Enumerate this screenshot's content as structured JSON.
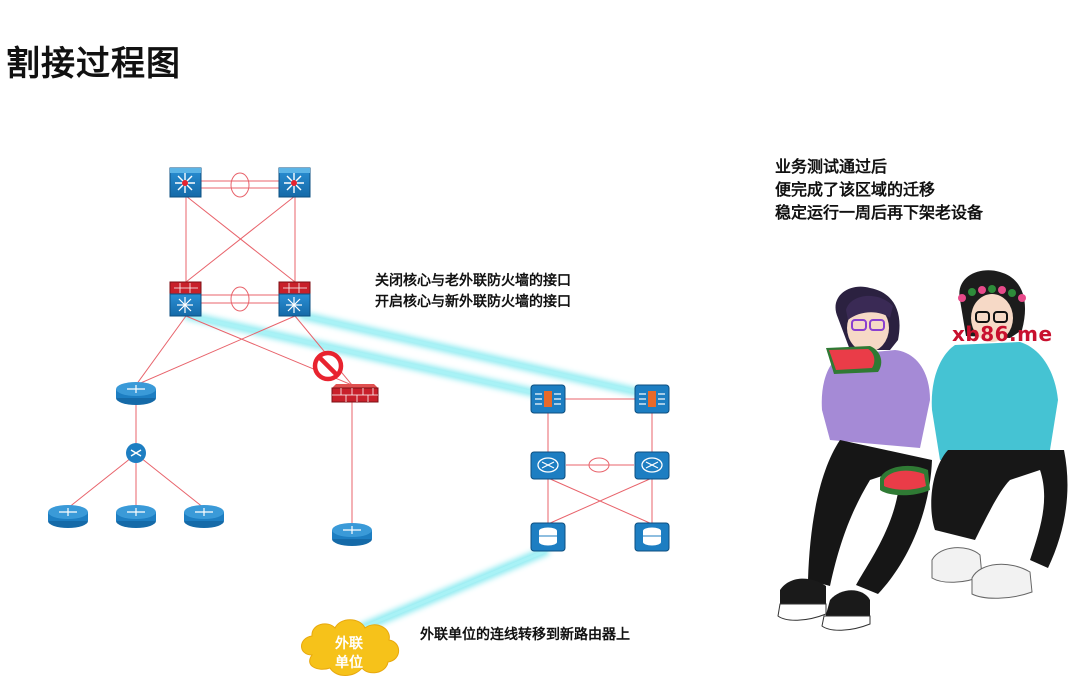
{
  "title": "割接过程图",
  "notes": {
    "interface_line1": "关闭核心与老外联防火墙的接口",
    "interface_line2": "开启核心与新外联防火墙的接口",
    "migrate": "外联单位的连线转移到新路由器上",
    "test_line1": "业务测试通过后",
    "test_line2": "便完成了该区域的迁移",
    "test_line3": "稳定运行一周后再下架老设备"
  },
  "cloud_label_line1": "外联",
  "cloud_label_line2": "单位",
  "watermark": "xb86.me",
  "colors": {
    "link": "#e8636b",
    "highlight": "#7fe8ef",
    "device_blue": "#1d7ec2",
    "firewall_red": "#c8202a",
    "cloud_yellow": "#f6c21a"
  }
}
